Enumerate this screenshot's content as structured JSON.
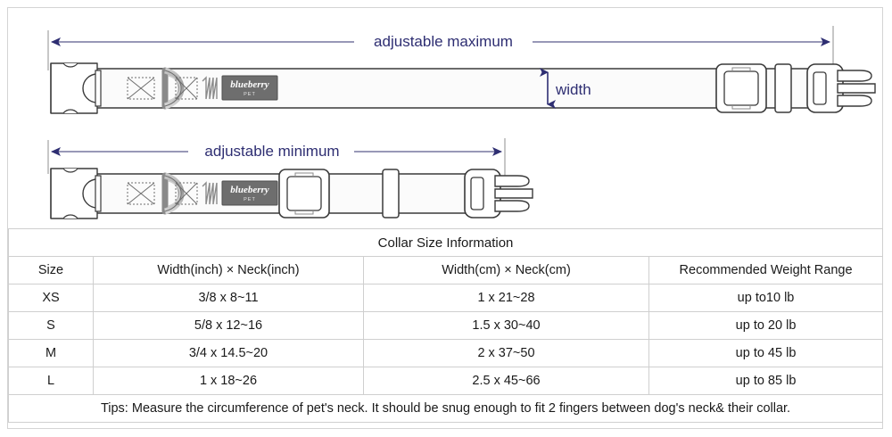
{
  "diagram": {
    "max_label": "adjustable maximum",
    "min_label": "adjustable minimum",
    "width_label": "width",
    "brand_name": "blueberry",
    "brand_sub": "PET",
    "arrow_color": "#2e2e72",
    "line_color": "#3a3a3a",
    "hardware_color": "#8a8a8a"
  },
  "table": {
    "title": "Collar Size Information",
    "headers": [
      "Size",
      "Width(inch)  ×  Neck(inch)",
      "Width(cm)  ×  Neck(cm)",
      "Recommended Weight Range"
    ],
    "rows": [
      [
        "XS",
        "3/8 x 8~11",
        "1 x 21~28",
        "up to10 lb"
      ],
      [
        "S",
        "5/8 x 12~16",
        "1.5 x 30~40",
        "up to 20 lb"
      ],
      [
        "M",
        "3/4 x 14.5~20",
        "2 x 37~50",
        "up to 45 lb"
      ],
      [
        "L",
        "1 x 18~26",
        "2.5 x 45~66",
        "up to 85 lb"
      ]
    ],
    "tips": "Tips: Measure the circumference of pet's neck. It should be snug enough to fit 2 fingers between dog's neck& their collar."
  }
}
